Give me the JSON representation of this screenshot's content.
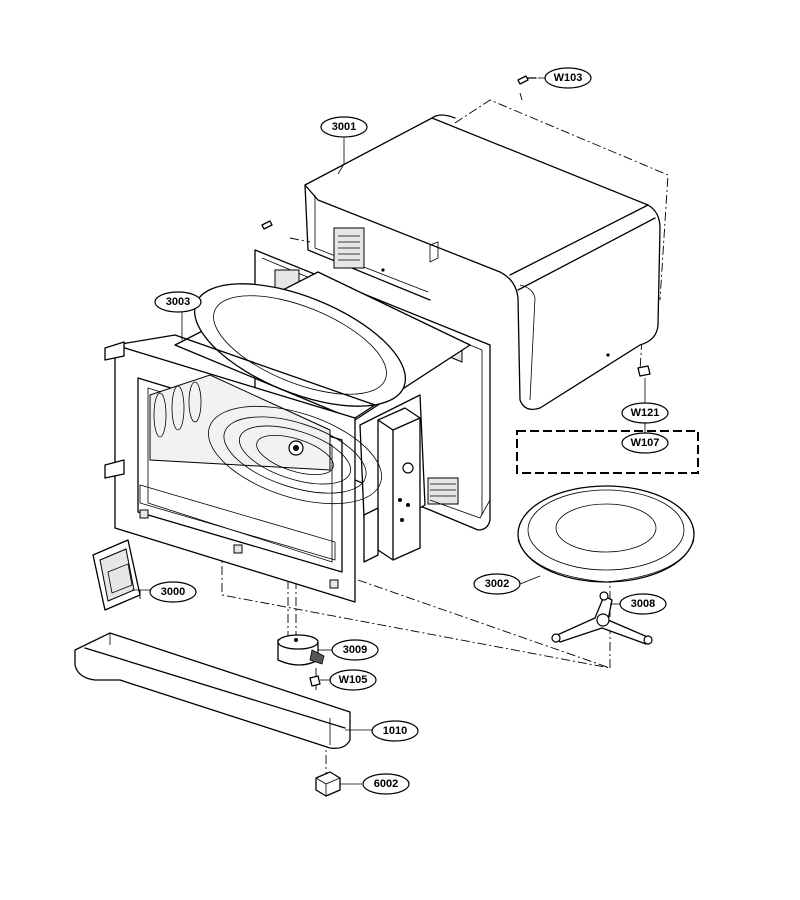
{
  "labels": {
    "W103": "W103",
    "3001": "3001",
    "3003": "3003",
    "W121": "W121",
    "W107": "W107",
    "3002": "3002",
    "3008": "3008",
    "3000": "3000",
    "3009": "3009",
    "W105": "W105",
    "1010": "1010",
    "6002": "6002"
  }
}
